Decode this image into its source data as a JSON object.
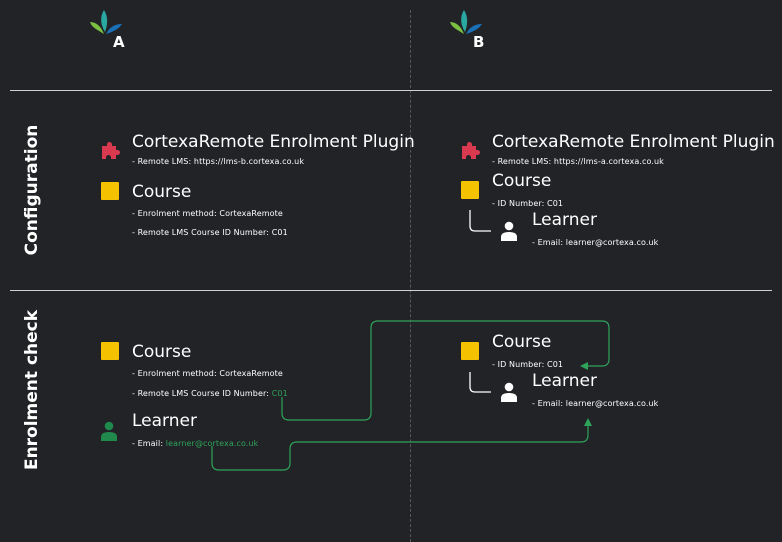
{
  "columns": {
    "a": "A",
    "b": "B"
  },
  "rows": {
    "configuration": "Configuration",
    "enrolment_check": "Enrolment check"
  },
  "config_a": {
    "plugin_title": "CortexaRemote Enrolment Plugin",
    "plugin_detail": "- Remote LMS: https://lms-b.cortexa.co.uk",
    "course_title": "Course",
    "course_method": "- Enrolment method: CortexaRemote",
    "course_remote_id": "- Remote LMS Course ID Number: C01"
  },
  "config_b": {
    "plugin_title": "CortexaRemote Enrolment Plugin",
    "plugin_detail": "- Remote LMS: https://lms-a.cortexa.co.uk",
    "course_title": "Course",
    "course_id": "- ID Number: C01",
    "learner_title": "Learner",
    "learner_email": "- Email: learner@cortexa.co.uk"
  },
  "check_a": {
    "course_title": "Course",
    "course_method": "- Enrolment method: CortexaRemote",
    "course_remote_id_prefix": "- Remote LMS Course ID Number: ",
    "course_remote_id_value": "C01",
    "learner_title": "Learner",
    "learner_email_prefix": "- Email: ",
    "learner_email_value": "learner@cortexa.co.uk"
  },
  "check_b": {
    "course_title": "Course",
    "course_id": "- ID Number: C01",
    "learner_title": "Learner",
    "learner_email": "- Email: learner@cortexa.co.uk"
  },
  "colors": {
    "background": "#222327",
    "plugin_icon": "#d93a4f",
    "course_icon": "#f5c200",
    "learner_icon_default": "#ffffff",
    "learner_icon_active": "#1f8a4c",
    "highlight": "#2ea35a",
    "connector": "#2ea35a"
  },
  "icons": {
    "logo": "leaf-logo-icon",
    "plugin": "puzzle-piece-icon",
    "course": "square-icon",
    "learner": "person-icon"
  }
}
